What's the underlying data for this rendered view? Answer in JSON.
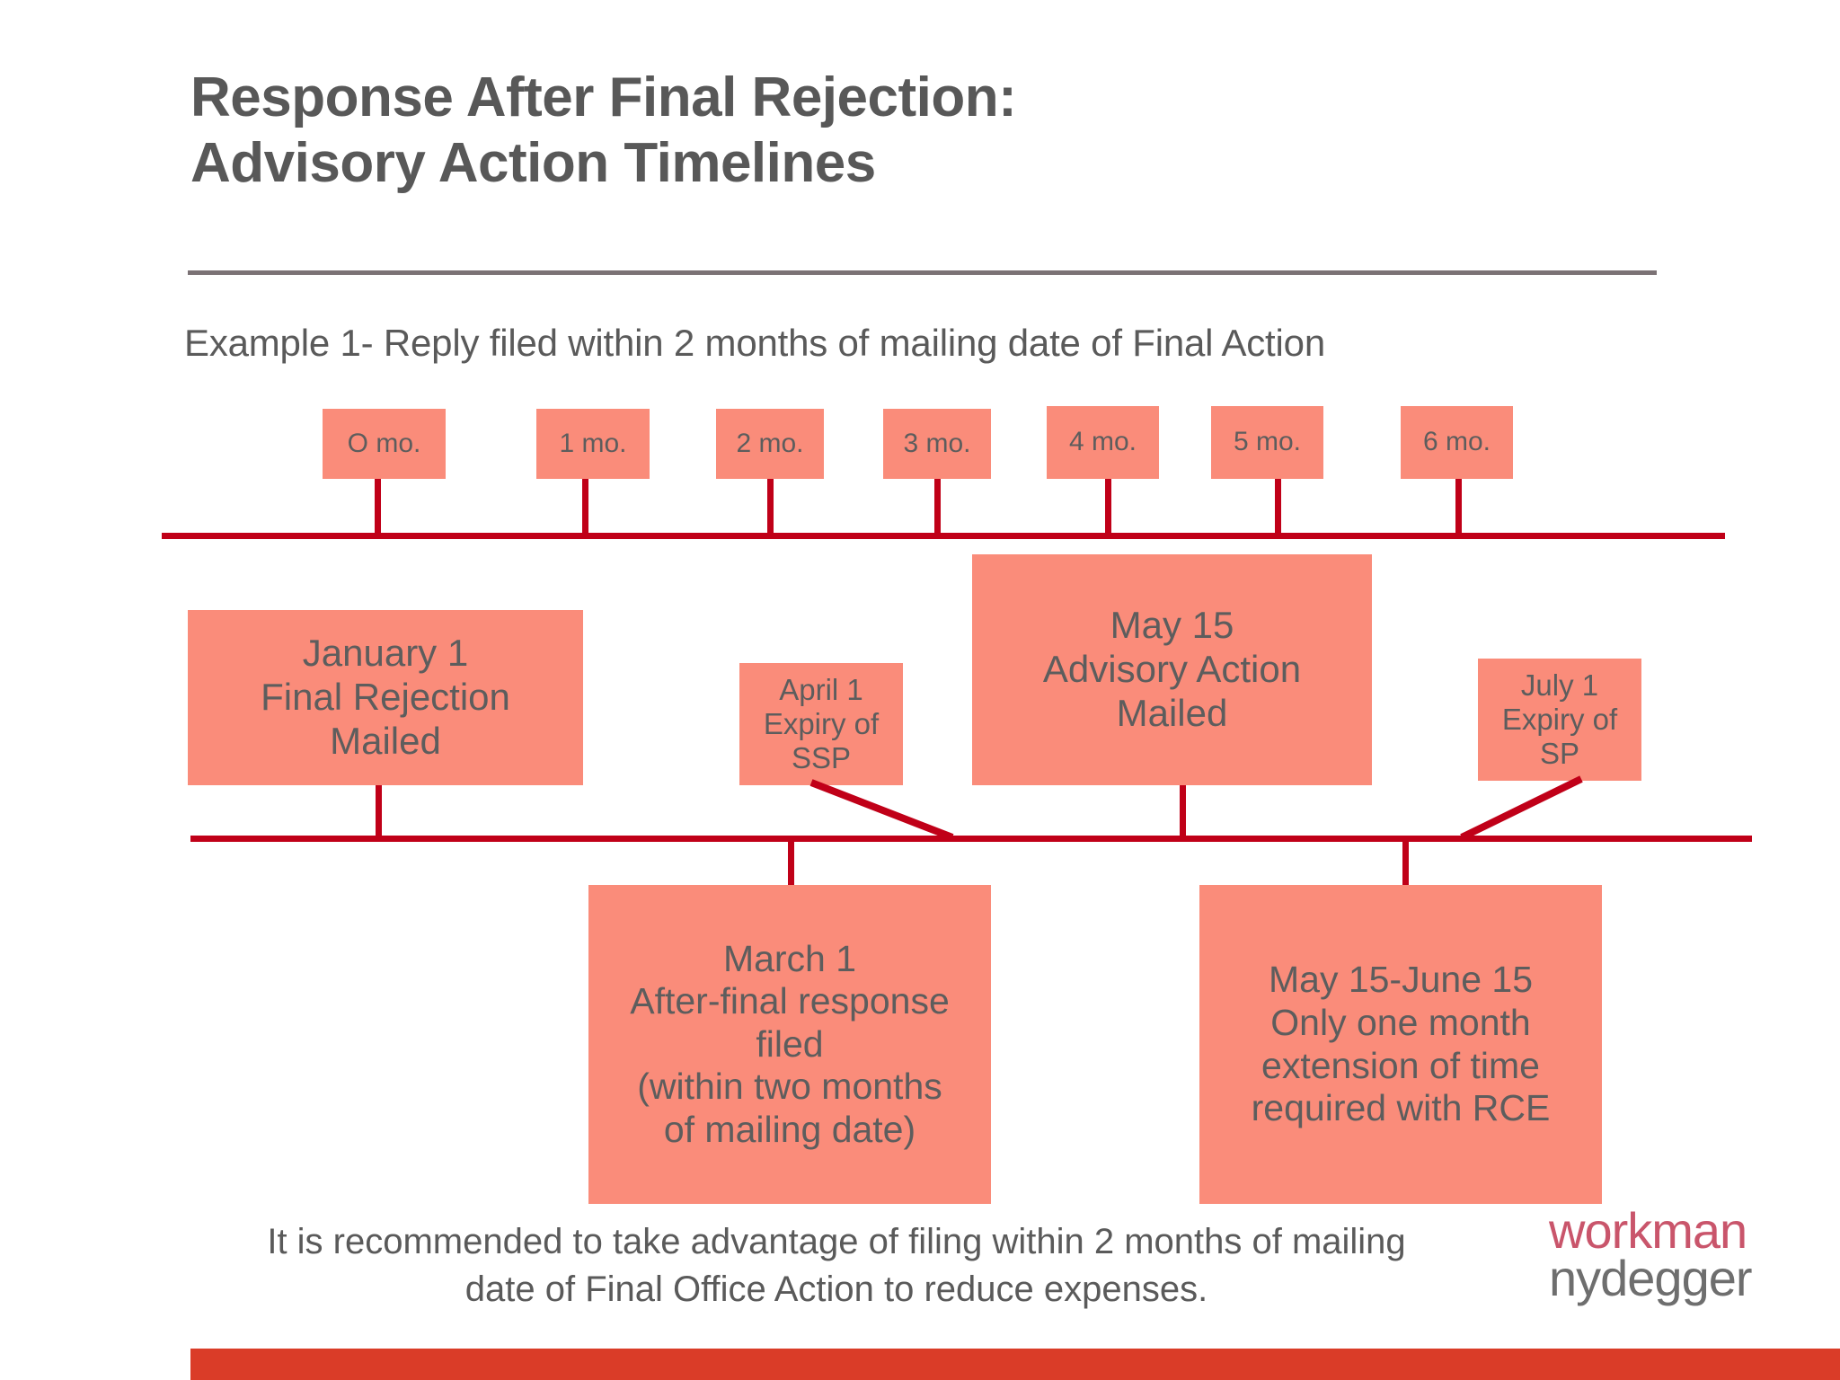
{
  "slide": {
    "title": "Response After Final Rejection:\nAdvisory Action Timelines",
    "subtitle": "Example 1- Reply filed within 2 months of mailing date of Final Action",
    "note": "It is recommended to take advantage of filing within 2 months of mailing\ndate of Final Office Action to reduce expenses."
  },
  "colors": {
    "box_fill": "#fa8c7a",
    "rail": "#c00018",
    "title_text": "#585858",
    "rule": "#7b7275",
    "bottom_bar": "#da3c28",
    "logo_accent": "#c9556b",
    "logo_gray": "#6e6e6e"
  },
  "month_markers": [
    {
      "label": "O mo."
    },
    {
      "label": "1 mo."
    },
    {
      "label": "2 mo."
    },
    {
      "label": "3 mo."
    },
    {
      "label": "4 mo."
    },
    {
      "label": "5 mo."
    },
    {
      "label": "6 mo."
    }
  ],
  "events": {
    "january": "January 1\nFinal Rejection\nMailed",
    "april": "April 1\nExpiry of\nSSP",
    "may": "May 15\nAdvisory Action\nMailed",
    "july": "July 1\nExpiry of\nSP",
    "march": "March 1\nAfter-final response\nfiled\n(within two months\nof mailing date)",
    "may_june": "May 15-June 15\nOnly one month\nextension of time\nrequired with RCE"
  },
  "logo": {
    "line1": "workman",
    "line2": "nydegger"
  }
}
